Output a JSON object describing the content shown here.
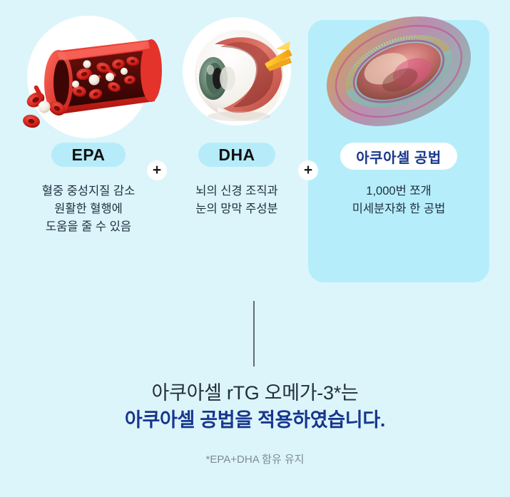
{
  "theme": {
    "page_background": "#dcf5fb",
    "panel_background": "#b6edfb",
    "pill_blue": "#b6ecf9",
    "pill_white": "#ffffff",
    "navy_accent": "#17368d",
    "body_text": "#20303f",
    "note_text": "#7c8b93",
    "divider": "#5d6d72"
  },
  "columns": [
    {
      "id": "epa",
      "badge": "EPA",
      "badge_style": "blue",
      "artwork": "blood-vessel-illustration",
      "description": "혈중 중성지질 감소\n원활한 혈행에\n도움을 줄 수 있음",
      "highlighted": false
    },
    {
      "id": "dha",
      "badge": "DHA",
      "badge_style": "blue",
      "artwork": "eye-cross-section-illustration",
      "description": "뇌의 신경 조직과\n눈의 망막 주성분",
      "highlighted": false
    },
    {
      "id": "aquacell",
      "badge": "아쿠아셀 공법",
      "badge_style": "white",
      "artwork": "liposome-micelle-illustration",
      "description": "1,000번 쪼개\n미세분자화 한 공법",
      "highlighted": true
    }
  ],
  "separators": [
    {
      "id": "plus-1",
      "symbol": "+"
    },
    {
      "id": "plus-2",
      "symbol": "+"
    }
  ],
  "footer": {
    "headline_line1": "아쿠아셀 rTG 오메가-3*는",
    "headline_line2": "아쿠아셀 공법을 적용하였습니다.",
    "note": "*EPA+DHA 함유 유지"
  }
}
